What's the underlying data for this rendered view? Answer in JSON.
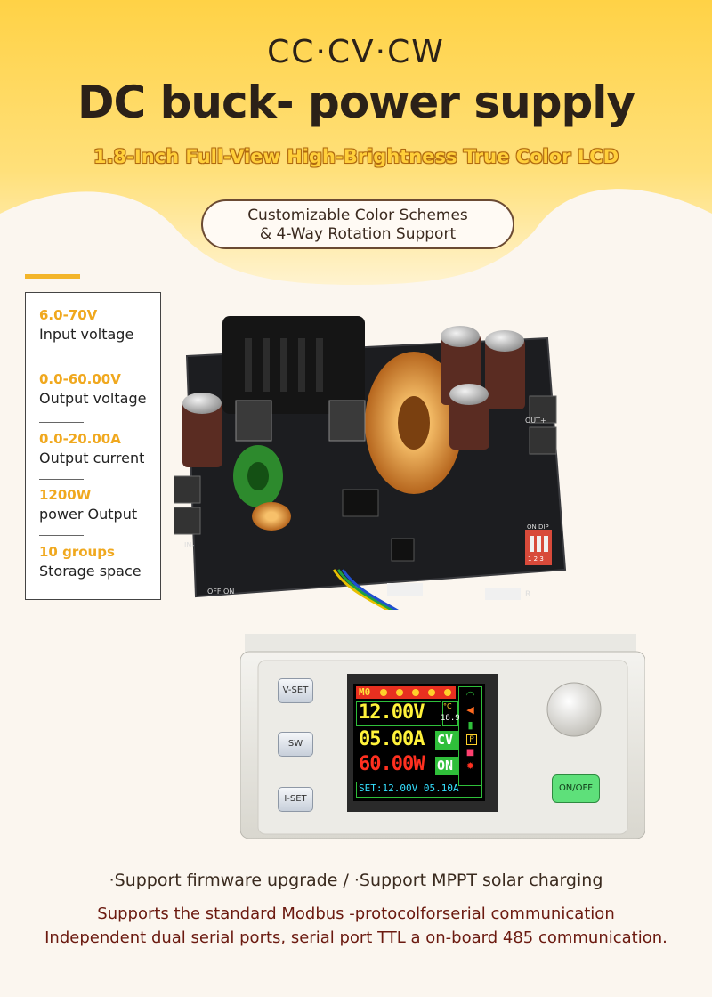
{
  "header": {
    "modes": "CC·CV·CW",
    "title": "DC buck- power supply",
    "subtitle": "1.8-Inch Full-View High-Brightness True Color LCD",
    "pill_line1": "Customizable Color Schemes",
    "pill_line2": "& 4-Way Rotation Support"
  },
  "specs": [
    {
      "value": "6.0-70V",
      "label": "Input voltage"
    },
    {
      "value": "0.0-60.00V",
      "label": "Output voltage"
    },
    {
      "value": "0.0-20.00A",
      "label": "Output current"
    },
    {
      "value": "1200W",
      "label": "power Output"
    },
    {
      "value": "10 groups",
      "label": "Storage space"
    }
  ],
  "device": {
    "buttons": {
      "vset": "V-SET",
      "sw": "SW",
      "iset": "I-SET",
      "onoff": "ON/OFF"
    },
    "lcd": {
      "memory": "M0",
      "voltage": "12.00V",
      "current": "05.00A",
      "power": "60.00W",
      "temp": "18.9",
      "temp_unit": "°C",
      "mode": "CV",
      "state": "ON",
      "setpoint": "SET:12.00V 05.10A"
    }
  },
  "board": {
    "out_label": "OUT+",
    "in_label": "IN-",
    "off_on_label": "OFF ON",
    "on_dip": "ON DIP",
    "dip_numbers": "1 2 3",
    "r_label": "R"
  },
  "footer": {
    "line1": "·Support firmware upgrade / ·Support MPPT solar charging",
    "line2": "Supports the standard Modbus -protocolforserial communication",
    "line3": "Independent dual serial ports,  serial port TTL a on-board 485 communication."
  },
  "colors": {
    "accent": "#f3b52a",
    "lcd_green": "#2fbf3a",
    "lcd_yellow": "#fff23a",
    "lcd_red": "#ff3020",
    "lcd_cyan": "#35e0ff"
  }
}
